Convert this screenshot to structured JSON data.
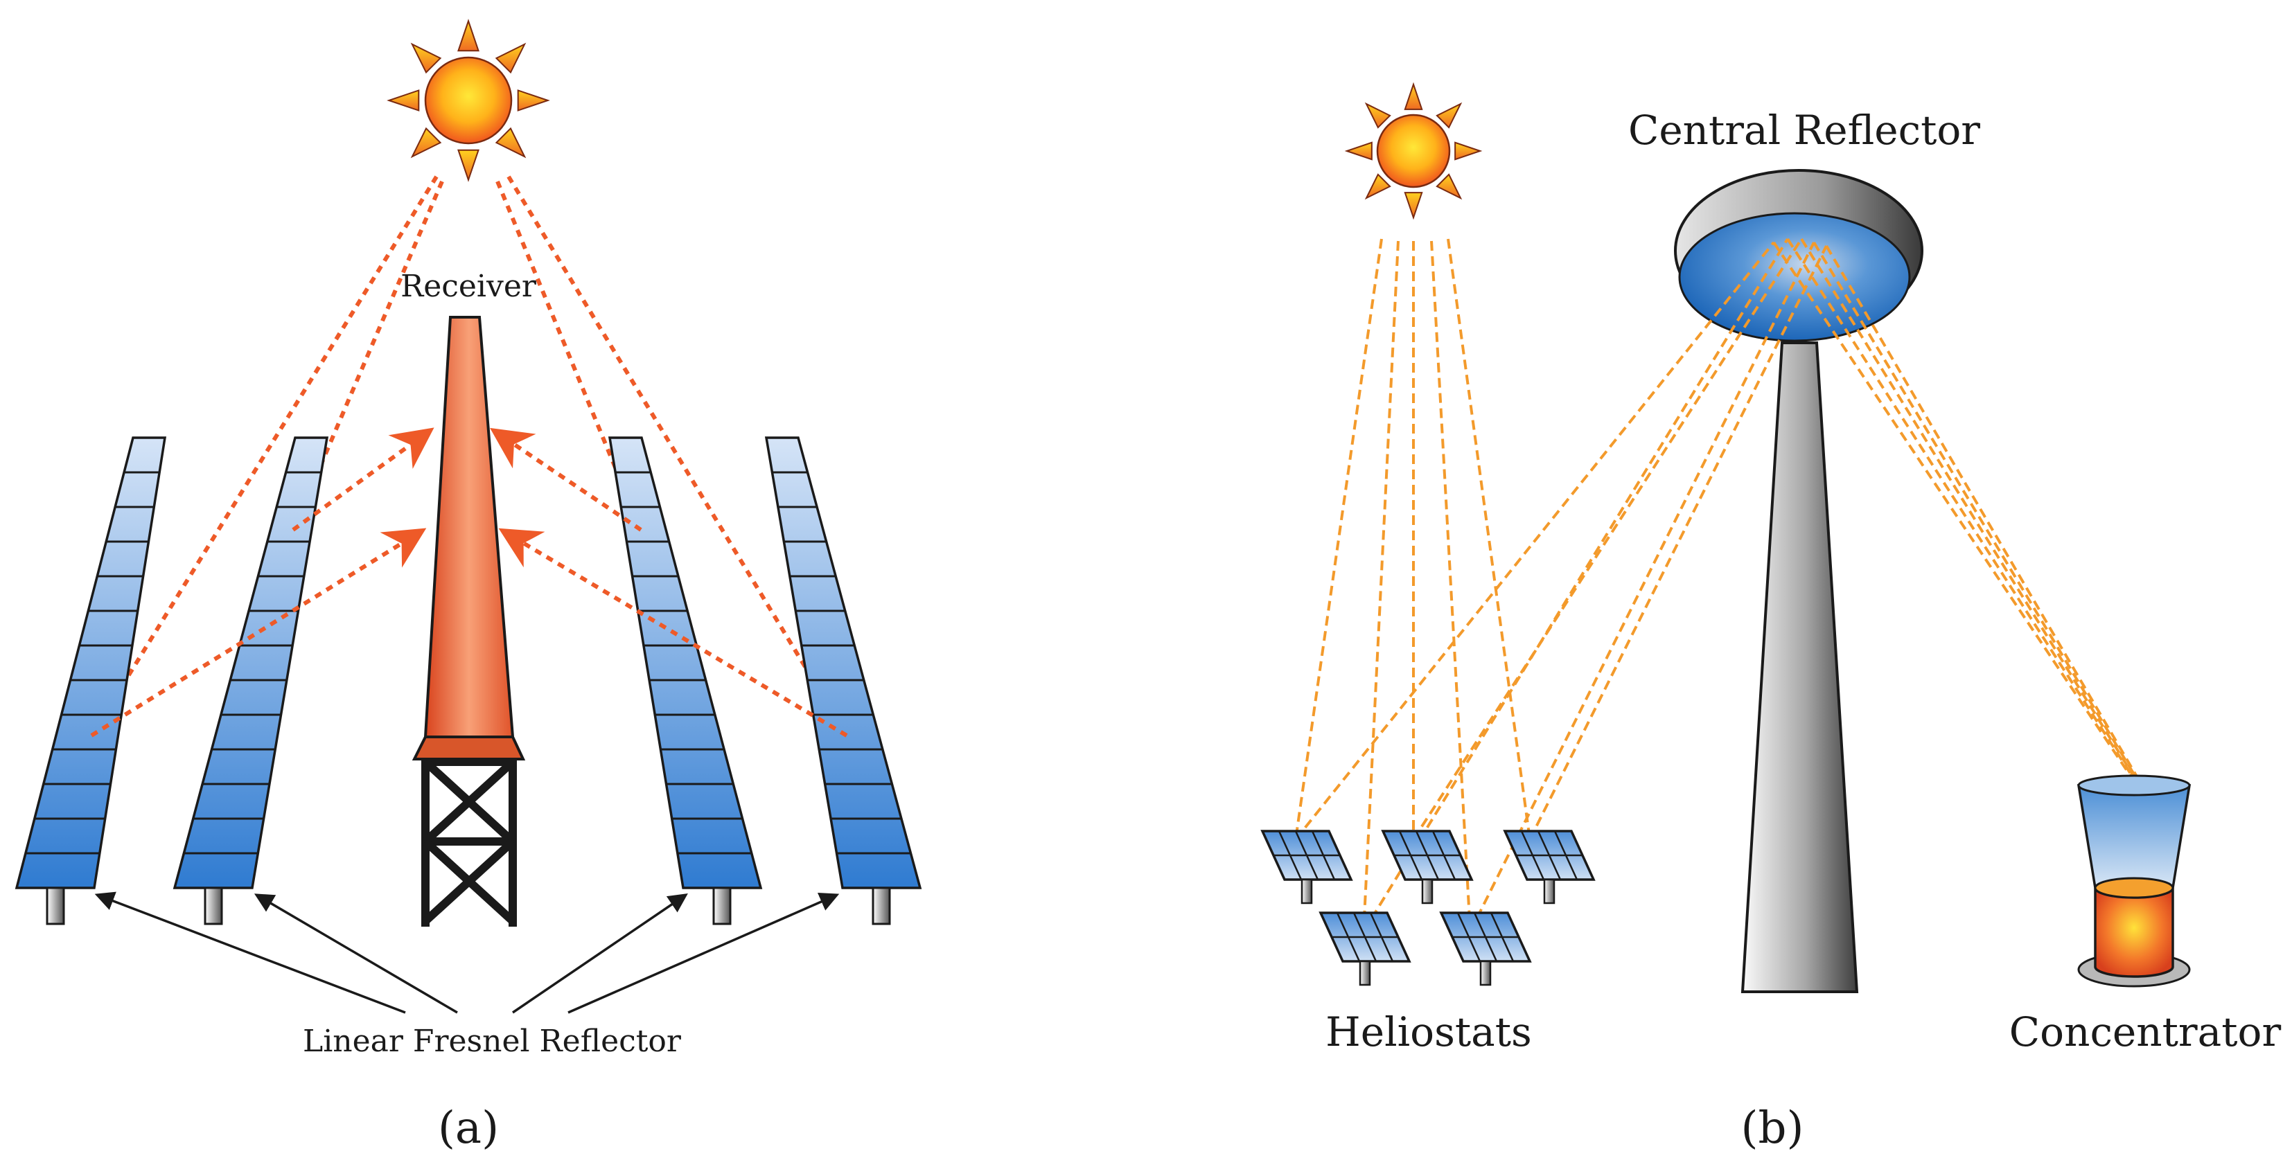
{
  "panel_a": {
    "receiver_label": "Receiver",
    "reflector_label": "Linear Fresnel Reflector",
    "caption": "(a)"
  },
  "panel_b": {
    "central_reflector_label": "Central Reflector",
    "heliostats_label": "Heliostats",
    "concentrator_label": "Concentrator",
    "caption": "(b)"
  },
  "colors": {
    "sun_core": "#ffd21f",
    "sun_rays": "#f7a21a",
    "red_ray": "#ee5a28",
    "orange_ray": "#f39a2b",
    "panel_blue": "#3f86d6",
    "receiver_orange": "#ee6a34"
  }
}
